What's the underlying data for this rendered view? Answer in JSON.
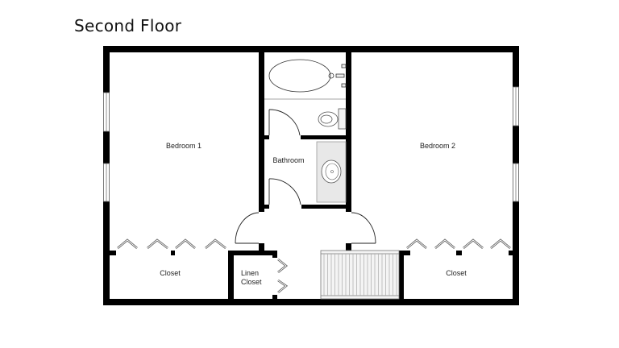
{
  "title": "Second Floor",
  "rooms": {
    "bedroom1": "Bedroom 1",
    "bedroom2": "Bedroom 2",
    "bathroom": "Bathroom",
    "closet_left": "Closet",
    "closet_right": "Closet",
    "linen_line1": "Linen",
    "linen_line2": "Closet"
  }
}
